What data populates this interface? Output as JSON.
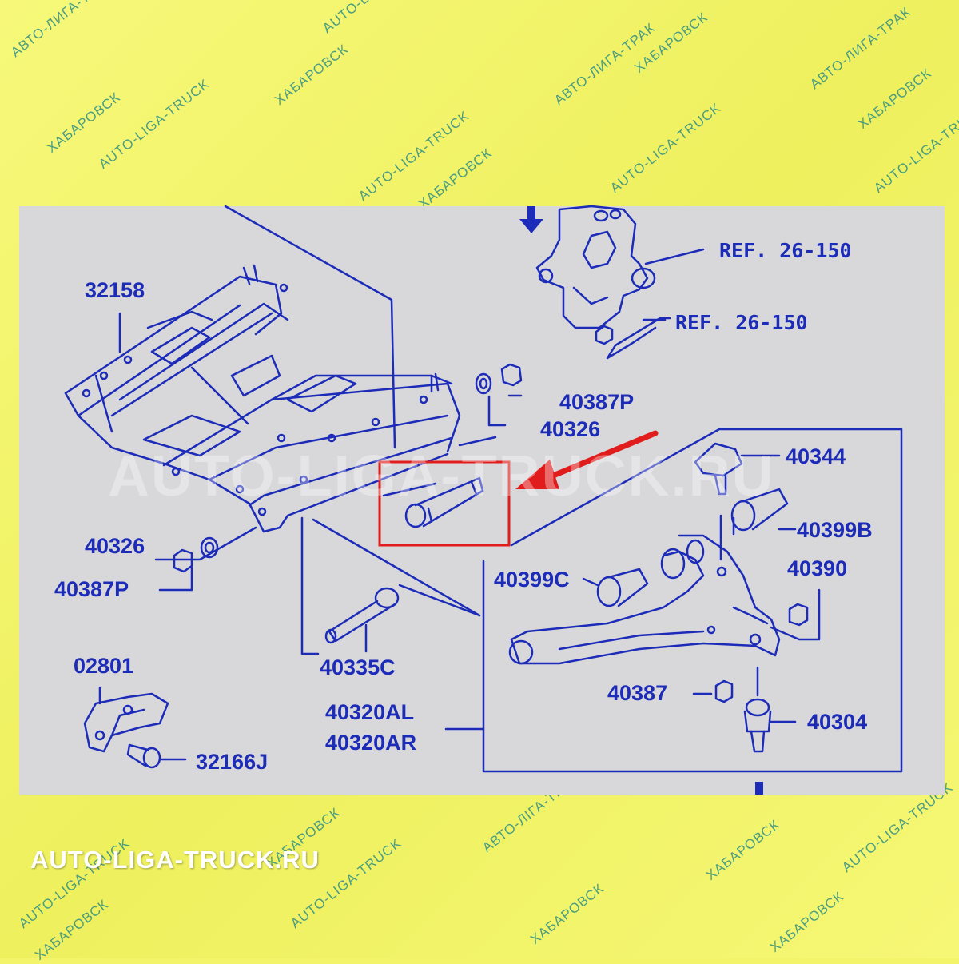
{
  "watermarks": {
    "ru_city": "ХАБАРОВСК",
    "ru_city_alt": "АВТО-ЛИГА-ТРАК",
    "ru_city_alt2": "АВТО-ЛІГА-ТРАК",
    "en_brand": "AUTO-LIGA-TRUCK",
    "ru_city2": "ХАБАРОВСК",
    "ru_brand2": "АВТО-ЛИГА-ТРАК",
    "center_overlay": "AUTO-LIGA-TRUCK.RU",
    "footer_site": "AUTO-LIGA-TRUCK.RU"
  },
  "parts": {
    "p32158": "32158",
    "p40387P_top": "40387P",
    "p40326_top": "40326",
    "p40344": "40344",
    "p40399B": "40399B",
    "p40326_left": "40326",
    "p40387P_left": "40387P",
    "p40399C": "40399C",
    "p40390": "40390",
    "p02801": "02801",
    "p40335C": "40335C",
    "p40387": "40387",
    "p40320AL": "40320AL",
    "p40320AR": "40320AR",
    "p40304": "40304",
    "p32166J": "32166J",
    "ref1": "REF. 26-150",
    "ref2": "REF. 26-150"
  },
  "colors": {
    "ink": "#1c2bb8",
    "highlight_box": "#e01c1c",
    "arrow": "#e01c1c",
    "panel": "#d8d8da",
    "background": "#f3f46a"
  }
}
